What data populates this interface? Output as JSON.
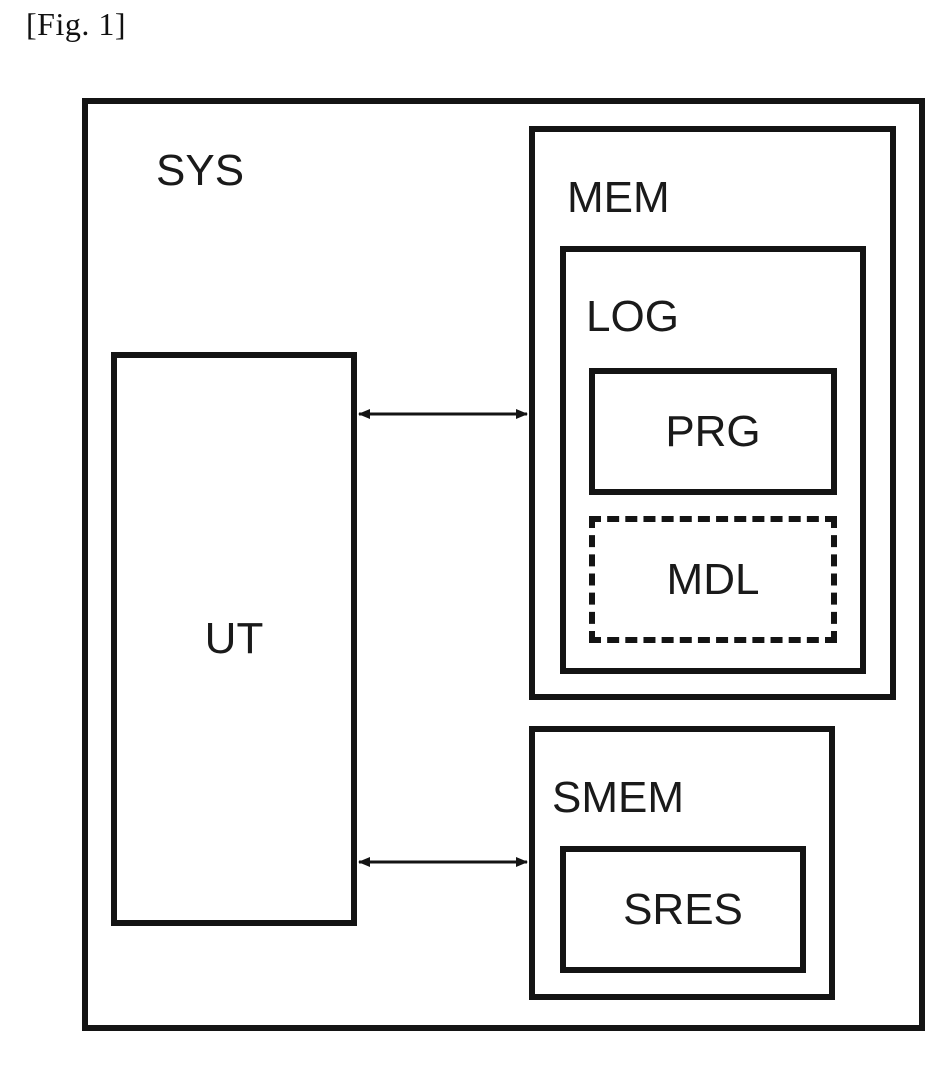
{
  "figure": {
    "label": "[Fig. 1]"
  },
  "diagram": {
    "system": {
      "label": "SYS"
    },
    "processing_unit": {
      "label": "UT"
    },
    "memory": {
      "label": "MEM",
      "logic": {
        "label": "LOG",
        "program": {
          "label": "PRG",
          "border": "solid"
        },
        "model": {
          "label": "MDL",
          "border": "dashed"
        }
      }
    },
    "secondary_memory": {
      "label": "SMEM",
      "resource": {
        "label": "SRES"
      }
    },
    "connections": [
      {
        "from": "UT",
        "to": "MEM",
        "direction": "bidirectional"
      },
      {
        "from": "UT",
        "to": "SMEM",
        "direction": "bidirectional"
      }
    ]
  },
  "colors": {
    "stroke": "#141414",
    "background": "#ffffff"
  }
}
